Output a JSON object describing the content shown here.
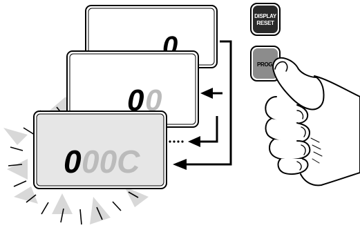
{
  "buttons": {
    "display_reset": {
      "line1": "DISPLAY",
      "line2": "RESET"
    },
    "prog": {
      "label": "PROG"
    }
  },
  "displays": [
    {
      "id": "screen-1",
      "digits_dark": "0",
      "digits_dim": ""
    },
    {
      "id": "screen-2",
      "digits_dark": "0",
      "digits_dim": "0"
    },
    {
      "id": "screen-3",
      "digits_dark": "0",
      "digits_dim": "00C"
    }
  ],
  "colors": {
    "outline": "#000000",
    "lcd_face": "#ffffff",
    "lcd_inner": "#e6e6e6",
    "digit_dim": "#bbbbbb",
    "flash_rays": "#d8d8d8",
    "button_dark": "#2a2a2a",
    "button_pressed": "#8c8c8c"
  }
}
